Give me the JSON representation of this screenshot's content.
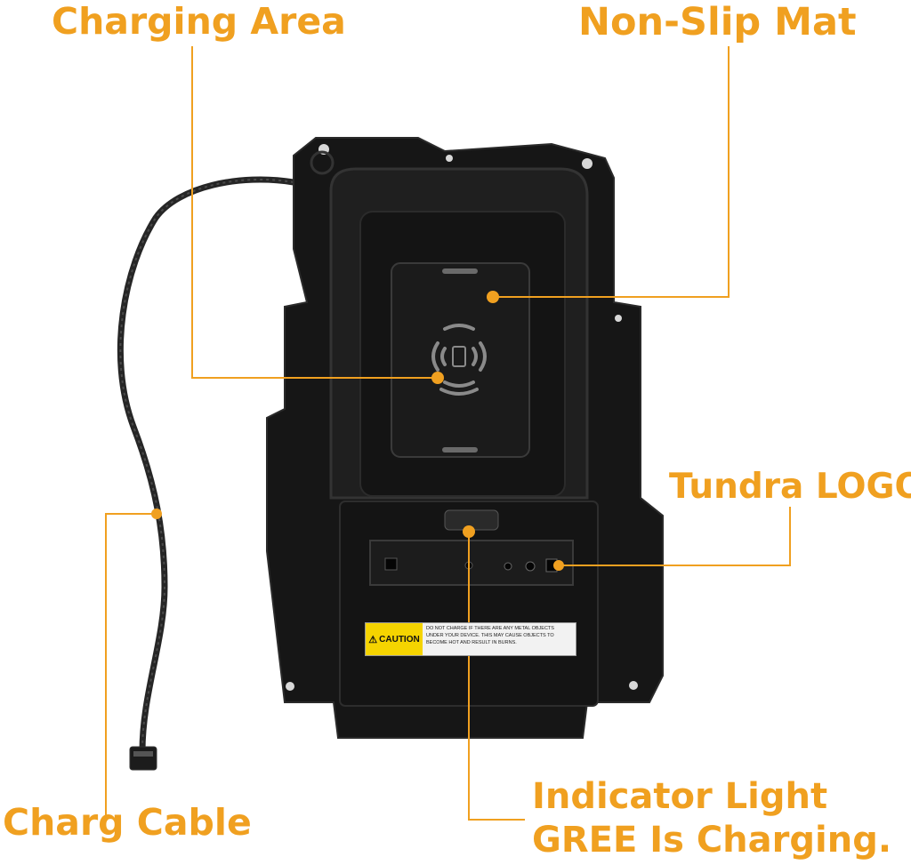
{
  "callouts": {
    "charging_area": "Charging Area",
    "non_slip_mat": "Non-Slip Mat",
    "tundra_logo": "Tundra LOGO",
    "charg_cable": "Charg Cable",
    "indicator_light_line1": "Indicator Light",
    "indicator_light_line2": "GREE Is Charging."
  },
  "caution_label": {
    "heading": "CAUTION",
    "text_line1": "DO NOT CHARGE IF THERE ARE ANY METAL OBJECTS",
    "text_line2": "UNDER YOUR DEVICE. THIS MAY CAUSE OBJECTS TO",
    "text_line3": "BECOME HOT AND RESULT IN BURNS."
  },
  "colors": {
    "callout": "#F0A020",
    "housing": "#141414",
    "caution_yellow": "#F5D400"
  }
}
